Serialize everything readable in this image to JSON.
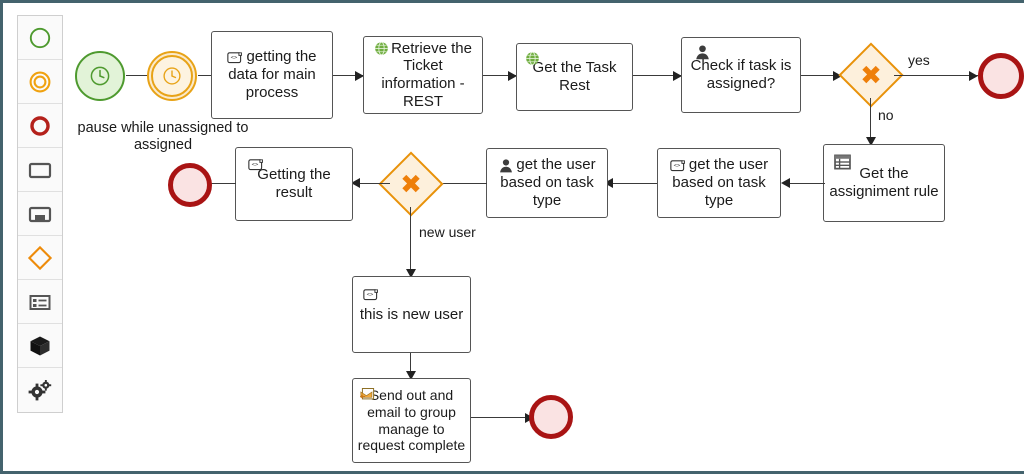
{
  "app": {
    "type": "bpmn-modeler",
    "canvas_border_color": "#44636d"
  },
  "palette": {
    "items": [
      {
        "name": "start-event-tool",
        "icon": "circle-thin-green-icon",
        "title": "Start Event"
      },
      {
        "name": "intermediate-event-tool",
        "icon": "double-circle-orange-icon",
        "title": "Intermediate/Boundary Event"
      },
      {
        "name": "end-event-tool",
        "icon": "circle-thick-red-icon",
        "title": "End Event"
      },
      {
        "name": "task-tool",
        "icon": "rectangle-icon",
        "title": "Task"
      },
      {
        "name": "subprocess-tool",
        "icon": "expanded-subprocess-icon",
        "title": "Sub Process"
      },
      {
        "name": "gateway-tool",
        "icon": "diamond-orange-icon",
        "title": "Gateway"
      },
      {
        "name": "data-object-tool",
        "icon": "list-table-icon",
        "title": "Data Object"
      },
      {
        "name": "group-tool",
        "icon": "cube-black-icon",
        "title": "Group"
      },
      {
        "name": "settings-tool",
        "icon": "gears-icon",
        "title": "Settings"
      }
    ]
  },
  "diagram": {
    "nodes": [
      {
        "id": "start",
        "kind": "start-event",
        "icon": "timer-clock-icon",
        "label": "",
        "annotation": "pause while unassigned to assigned"
      },
      {
        "id": "timer",
        "kind": "intermediate-timer-event",
        "icon": "timer-clock-icon",
        "label": ""
      },
      {
        "id": "t1",
        "kind": "script-task",
        "icon": "script-icon",
        "label": "getting the data for main process"
      },
      {
        "id": "t2",
        "kind": "service-task",
        "icon": "globe-green-icon",
        "label": "Retrieve the Ticket information -REST"
      },
      {
        "id": "t3",
        "kind": "service-task",
        "icon": "globe-green-icon",
        "label": "Get the Task Rest"
      },
      {
        "id": "t4",
        "kind": "user-task",
        "icon": "user-icon",
        "label": "Check if task is assigned?"
      },
      {
        "id": "g1",
        "kind": "exclusive-gateway",
        "icon": "x-cross-icon",
        "label": ""
      },
      {
        "id": "e1",
        "kind": "end-event",
        "label": ""
      },
      {
        "id": "t5",
        "kind": "business-rule-task",
        "icon": "table-grid-icon",
        "label": "Get the assigniment rule"
      },
      {
        "id": "t6",
        "kind": "script-task",
        "icon": "script-icon",
        "label": "get the user based on task type"
      },
      {
        "id": "t7",
        "kind": "user-task",
        "icon": "user-icon",
        "label": "get the user based on task type"
      },
      {
        "id": "g2",
        "kind": "exclusive-gateway",
        "icon": "x-cross-icon",
        "label": ""
      },
      {
        "id": "t8",
        "kind": "script-task",
        "icon": "script-icon",
        "label": "Getting the result"
      },
      {
        "id": "e2",
        "kind": "end-event",
        "label": ""
      },
      {
        "id": "t9",
        "kind": "script-task",
        "icon": "script-icon",
        "label": "this is new user"
      },
      {
        "id": "t10",
        "kind": "send-task",
        "icon": "send-mail-icon",
        "label": "Send out and email to group manage to request complete"
      },
      {
        "id": "e3",
        "kind": "end-event",
        "label": ""
      }
    ],
    "flow_labels": {
      "yes": "yes",
      "no": "no",
      "new_user": "new user"
    },
    "annotations": {
      "pause_note": "pause while unassigned to\nassigned"
    }
  },
  "colors": {
    "start_stroke": "#4e9a2f",
    "start_fill": "#e2f3d8",
    "timer_stroke": "#e8a317",
    "timer_fill": "#fbeacb",
    "end_stroke": "#a91414",
    "end_fill": "#fae3e3",
    "gateway_stroke": "#e8920a",
    "gateway_fill": "#fdf0dc",
    "gateway_x": "#ee7f0a",
    "task_stroke": "#555555",
    "service_icon": "#6fad3f",
    "connector": "#3a3a3a"
  }
}
